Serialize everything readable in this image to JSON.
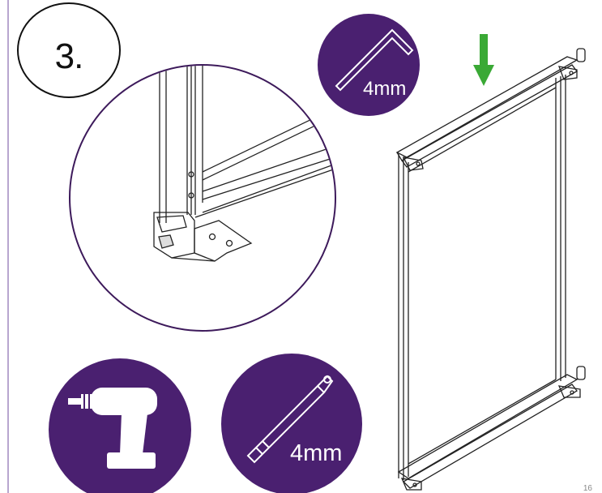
{
  "step": {
    "number": "3."
  },
  "tools": {
    "allen_key": {
      "size": "4mm",
      "icon": "allen-key-icon"
    },
    "drill": {
      "icon": "cordless-drill-icon"
    },
    "bit": {
      "size": "4mm",
      "icon": "hex-bit-icon"
    }
  },
  "colors": {
    "badge_purple": "#4a2070",
    "arrow_green": "#3aa935",
    "line_dark": "#222222",
    "left_rule": "#b8a6cf"
  },
  "footer": {
    "page_number": "16"
  }
}
